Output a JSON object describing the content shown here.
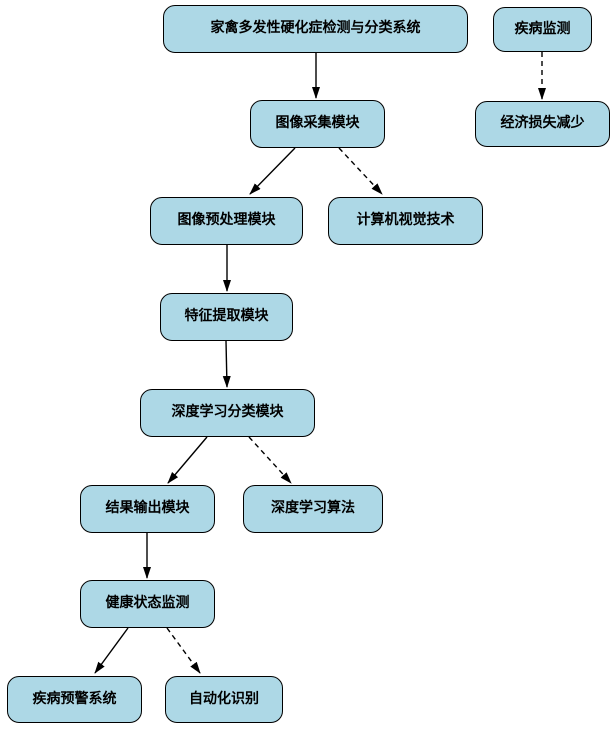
{
  "diagram": {
    "type": "flowchart",
    "colors": {
      "node_fill": "#ADD8E6",
      "node_border": "#000000",
      "edge": "#000000",
      "background": "#FFFFFF"
    },
    "nodes": [
      {
        "id": "system",
        "label": "家禽多发性硬化症检测与分类系统"
      },
      {
        "id": "disease-monitoring",
        "label": "疾病监测"
      },
      {
        "id": "image-acquisition",
        "label": "图像采集模块"
      },
      {
        "id": "economic-loss-reduction",
        "label": "经济损失减少"
      },
      {
        "id": "image-preprocessing",
        "label": "图像预处理模块"
      },
      {
        "id": "computer-vision",
        "label": "计算机视觉技术"
      },
      {
        "id": "feature-extraction",
        "label": "特征提取模块"
      },
      {
        "id": "deep-learning-classification",
        "label": "深度学习分类模块"
      },
      {
        "id": "result-output",
        "label": "结果输出模块"
      },
      {
        "id": "deep-learning-algorithm",
        "label": "深度学习算法"
      },
      {
        "id": "health-status-monitoring",
        "label": "健康状态监测"
      },
      {
        "id": "disease-warning-system",
        "label": "疾病预警系统"
      },
      {
        "id": "automated-recognition",
        "label": "自动化识别"
      }
    ],
    "edges": [
      {
        "from": "system",
        "to": "image-acquisition",
        "style": "solid"
      },
      {
        "from": "disease-monitoring",
        "to": "economic-loss-reduction",
        "style": "dashed"
      },
      {
        "from": "image-acquisition",
        "to": "image-preprocessing",
        "style": "solid"
      },
      {
        "from": "image-acquisition",
        "to": "computer-vision",
        "style": "dashed"
      },
      {
        "from": "image-preprocessing",
        "to": "feature-extraction",
        "style": "solid"
      },
      {
        "from": "feature-extraction",
        "to": "deep-learning-classification",
        "style": "solid"
      },
      {
        "from": "deep-learning-classification",
        "to": "result-output",
        "style": "solid"
      },
      {
        "from": "deep-learning-classification",
        "to": "deep-learning-algorithm",
        "style": "dashed"
      },
      {
        "from": "result-output",
        "to": "health-status-monitoring",
        "style": "solid"
      },
      {
        "from": "health-status-monitoring",
        "to": "disease-warning-system",
        "style": "solid"
      },
      {
        "from": "health-status-monitoring",
        "to": "automated-recognition",
        "style": "dashed"
      }
    ]
  }
}
